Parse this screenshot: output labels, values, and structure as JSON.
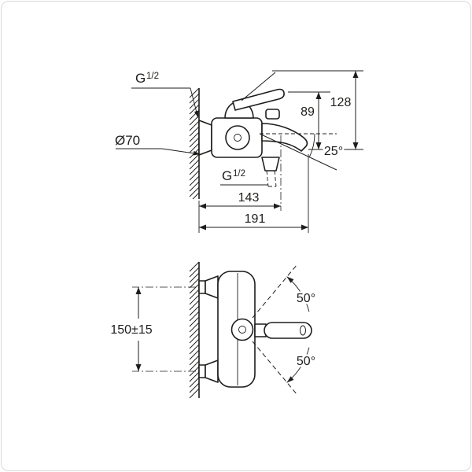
{
  "title": "bath-mixer-dimensional-drawing",
  "colors": {
    "line": "#1d1d1b",
    "frame": "#d9d9d9",
    "bg": "#ffffff"
  },
  "top_view": {
    "inlet_thread": {
      "prefix": "G",
      "fraction": "1/2"
    },
    "escutcheon_diameter": "Ø70",
    "height_to_lever": "89",
    "height_total": "128",
    "spout_angle": "25°",
    "shower_thread": {
      "prefix": "G",
      "fraction": "1/2"
    },
    "projection_to_outlet": "143",
    "projection_total": "191"
  },
  "bottom_view": {
    "inlet_distance": "150±15",
    "swivel_angle_upper": "50°",
    "swivel_angle_lower": "50°"
  }
}
